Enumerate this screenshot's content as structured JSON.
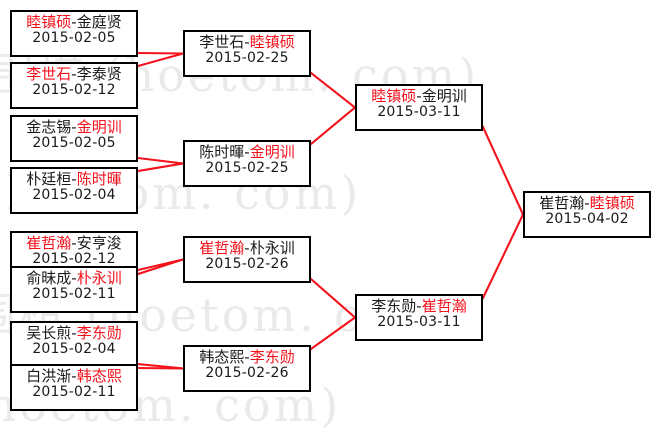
{
  "diagram": {
    "type": "single-elimination-bracket",
    "title": "",
    "line_color": "#f4121c",
    "winner_color": "#f4121c",
    "loser_color": "#1a1a1a",
    "box_border_color": "#000000",
    "background": "#ffffff"
  },
  "watermark": {
    "rows": [
      "围棋 (hoetom. com)",
      "围棋 (hoetom. com)",
      "围棋 (hoetom. com)",
      "围棋 (hoetom. com)"
    ]
  },
  "rounds": [
    {
      "name": "round-1",
      "matches": [
        {
          "id": "r1m1",
          "winner": "睦镇硕",
          "sep": "-",
          "loser": "金庭贤",
          "winner_side": "left",
          "date": "2015-02-05"
        },
        {
          "id": "r1m2",
          "winner": "李世石",
          "sep": "-",
          "loser": "李泰贤",
          "winner_side": "left",
          "date": "2015-02-12"
        },
        {
          "id": "r1m3",
          "winner": "金明训",
          "sep": "-",
          "loser": "金志锡",
          "winner_side": "right",
          "date": "2015-02-05"
        },
        {
          "id": "r1m4",
          "winner": "陈时暉",
          "sep": "-",
          "loser": "朴廷桓",
          "winner_side": "right",
          "date": "2015-02-04"
        },
        {
          "id": "r1m5",
          "winner": "崔哲瀚",
          "sep": "-",
          "loser": "安亨浚",
          "winner_side": "left",
          "date": "2015-02-12"
        },
        {
          "id": "r1m6",
          "winner": "朴永训",
          "sep": "-",
          "loser": "俞昧成",
          "winner_side": "right",
          "date": "2015-02-11"
        },
        {
          "id": "r1m7",
          "winner": "李东勋",
          "sep": "-",
          "loser": "吴长煎",
          "winner_side": "right",
          "date": "2015-02-04"
        },
        {
          "id": "r1m8",
          "winner": "韩态熙",
          "sep": "-",
          "loser": "白洪渐",
          "winner_side": "right",
          "date": "2015-02-11"
        }
      ]
    },
    {
      "name": "round-2",
      "matches": [
        {
          "id": "r2m1",
          "winner": "睦镇硕",
          "sep": "-",
          "loser": "李世石",
          "winner_side": "right",
          "date": "2015-02-25"
        },
        {
          "id": "r2m2",
          "winner": "金明训",
          "sep": "-",
          "loser": "陈时暉",
          "winner_side": "right",
          "date": "2015-02-25"
        },
        {
          "id": "r2m3",
          "winner": "崔哲瀚",
          "sep": "-",
          "loser": "朴永训",
          "winner_side": "left",
          "date": "2015-02-26"
        },
        {
          "id": "r2m4",
          "winner": "李东勋",
          "sep": "-",
          "loser": "韩态熙",
          "winner_side": "right",
          "date": "2015-02-26"
        }
      ]
    },
    {
      "name": "semifinal",
      "matches": [
        {
          "id": "sf1",
          "winner": "睦镇硕",
          "sep": "-",
          "loser": "金明训",
          "winner_side": "left",
          "date": "2015-03-11"
        },
        {
          "id": "sf2",
          "winner": "崔哲瀚",
          "sep": "-",
          "loser": "李东勋",
          "winner_side": "right",
          "date": "2015-03-11"
        }
      ]
    },
    {
      "name": "final",
      "matches": [
        {
          "id": "f1",
          "winner": "睦镇硕",
          "sep": "-",
          "loser": "崔哲瀚",
          "winner_side": "right",
          "date": "2015-04-02"
        }
      ]
    }
  ]
}
